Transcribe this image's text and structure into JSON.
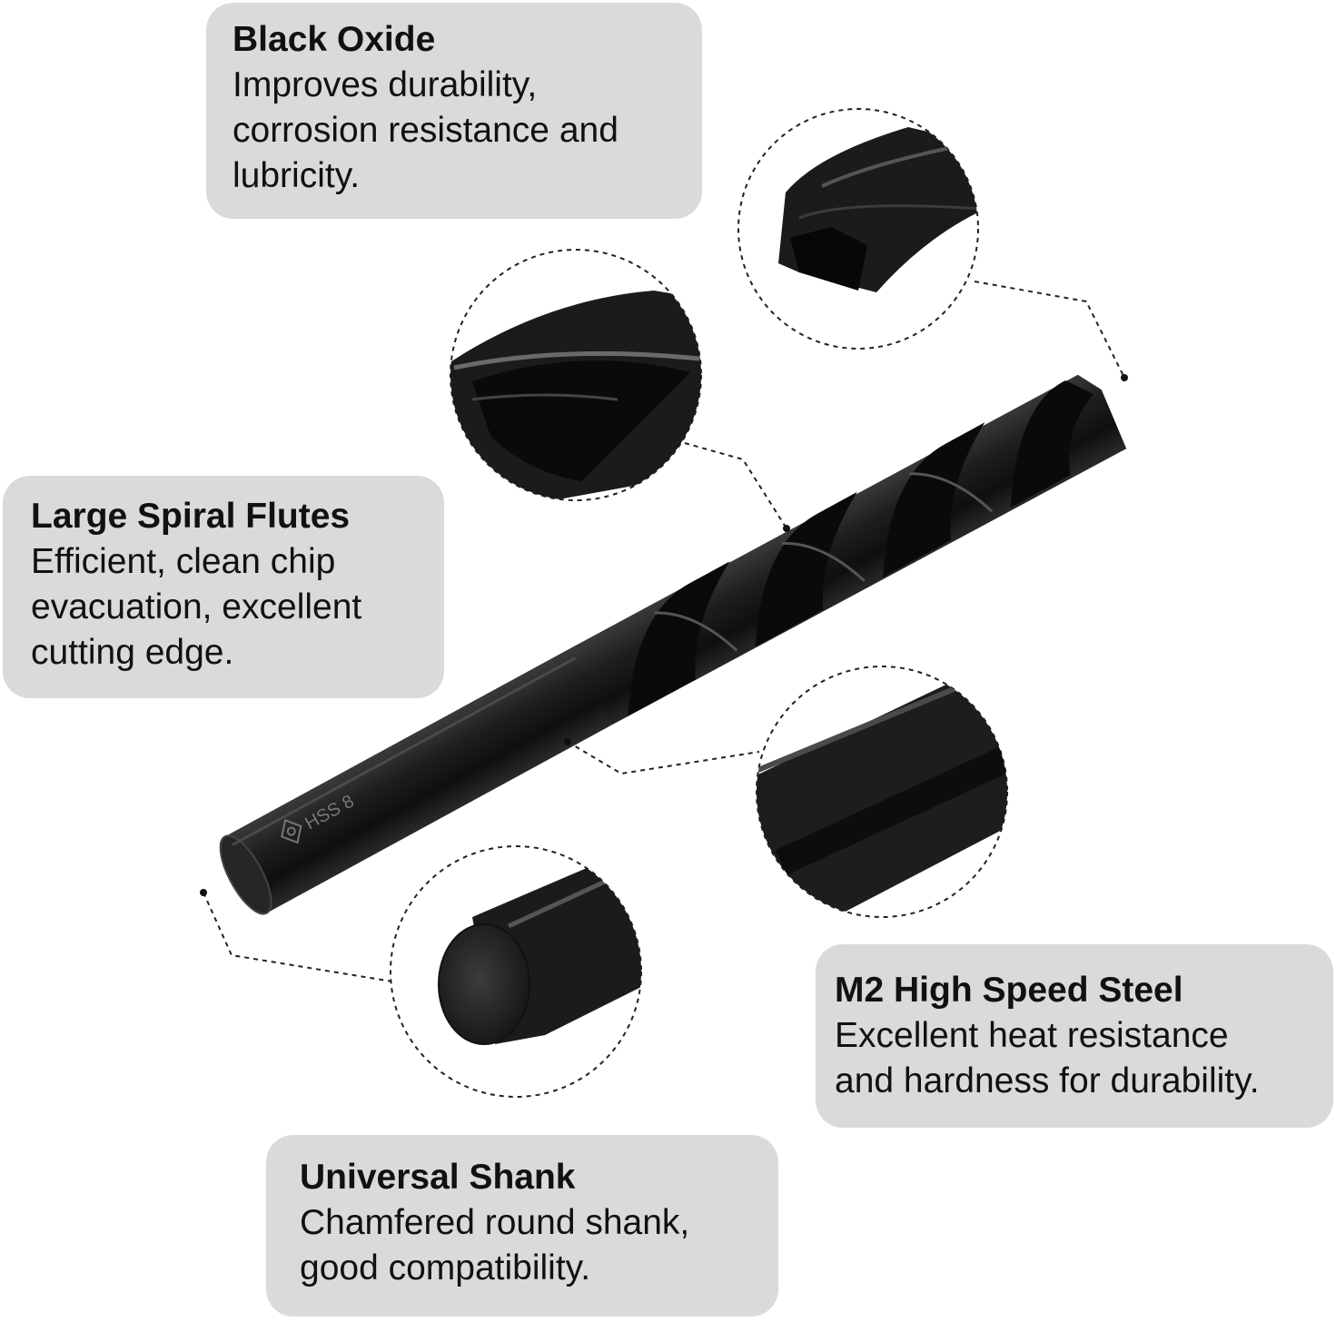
{
  "callouts": {
    "black_oxide": {
      "title": "Black Oxide",
      "lines": [
        "Improves durability,",
        "corrosion resistance and",
        "lubricity."
      ]
    },
    "spiral_flutes": {
      "title": "Large Spiral Flutes",
      "lines": [
        "Efficient, clean chip",
        "evacuation, excellent",
        "cutting edge."
      ]
    },
    "hss": {
      "title": "M2 High Speed Steel",
      "lines": [
        "Excellent heat resistance",
        "and hardness for durability."
      ]
    },
    "shank": {
      "title": "Universal Shank",
      "lines": [
        "Chamfered round shank,",
        "good compatibility."
      ]
    }
  },
  "colors": {
    "callout_background": "#dadada",
    "drill_body": "#1c1c1c",
    "page_background": "#ffffff"
  }
}
